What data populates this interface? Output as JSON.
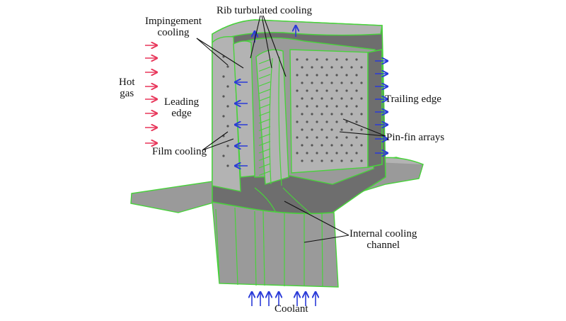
{
  "labels": {
    "impingement": "Impingement\ncooling",
    "rib": "Rib turbulated cooling",
    "hot_gas": "Hot\ngas",
    "leading_edge": "Leading\nedge",
    "film": "Film cooling",
    "trailing_edge": "Trailing edge",
    "pin_fin": "Pin-fin arrays",
    "internal": "Internal cooling\nchannel",
    "coolant": "Coolant"
  },
  "colors": {
    "hot_arrow": "#e8365a",
    "cool_arrow": "#2a3ad8",
    "edge_green": "#49d13c",
    "metal_light": "#b3b3b3",
    "metal_mid": "#9a9a9a",
    "metal_dark": "#6e6e6e",
    "leader": "#111111"
  }
}
